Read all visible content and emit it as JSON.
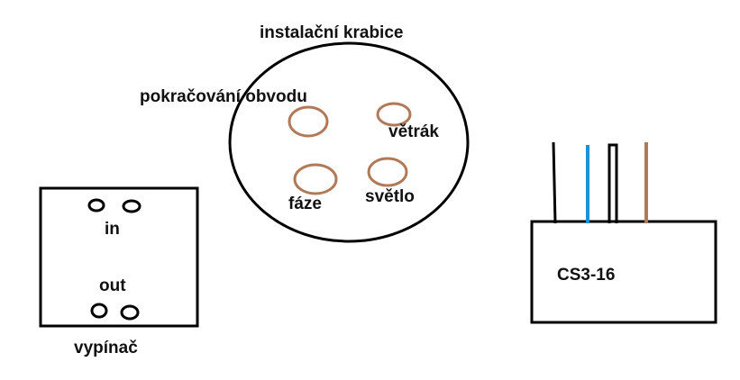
{
  "labels": {
    "junction_box": "instalační krabice",
    "circuit_continuation": "pokračování obvodu",
    "fan": "větrák",
    "phase": "fáze",
    "light": "světlo",
    "switch_in": "in",
    "switch_out": "out",
    "switch": "vypínač",
    "relay": "CS3-16"
  },
  "colors": {
    "outline": "#000000",
    "terminal_brown": "#b07a58",
    "wire_black": "#000000",
    "wire_blue": "#1e90d6",
    "wire_brown": "#b07a58"
  }
}
